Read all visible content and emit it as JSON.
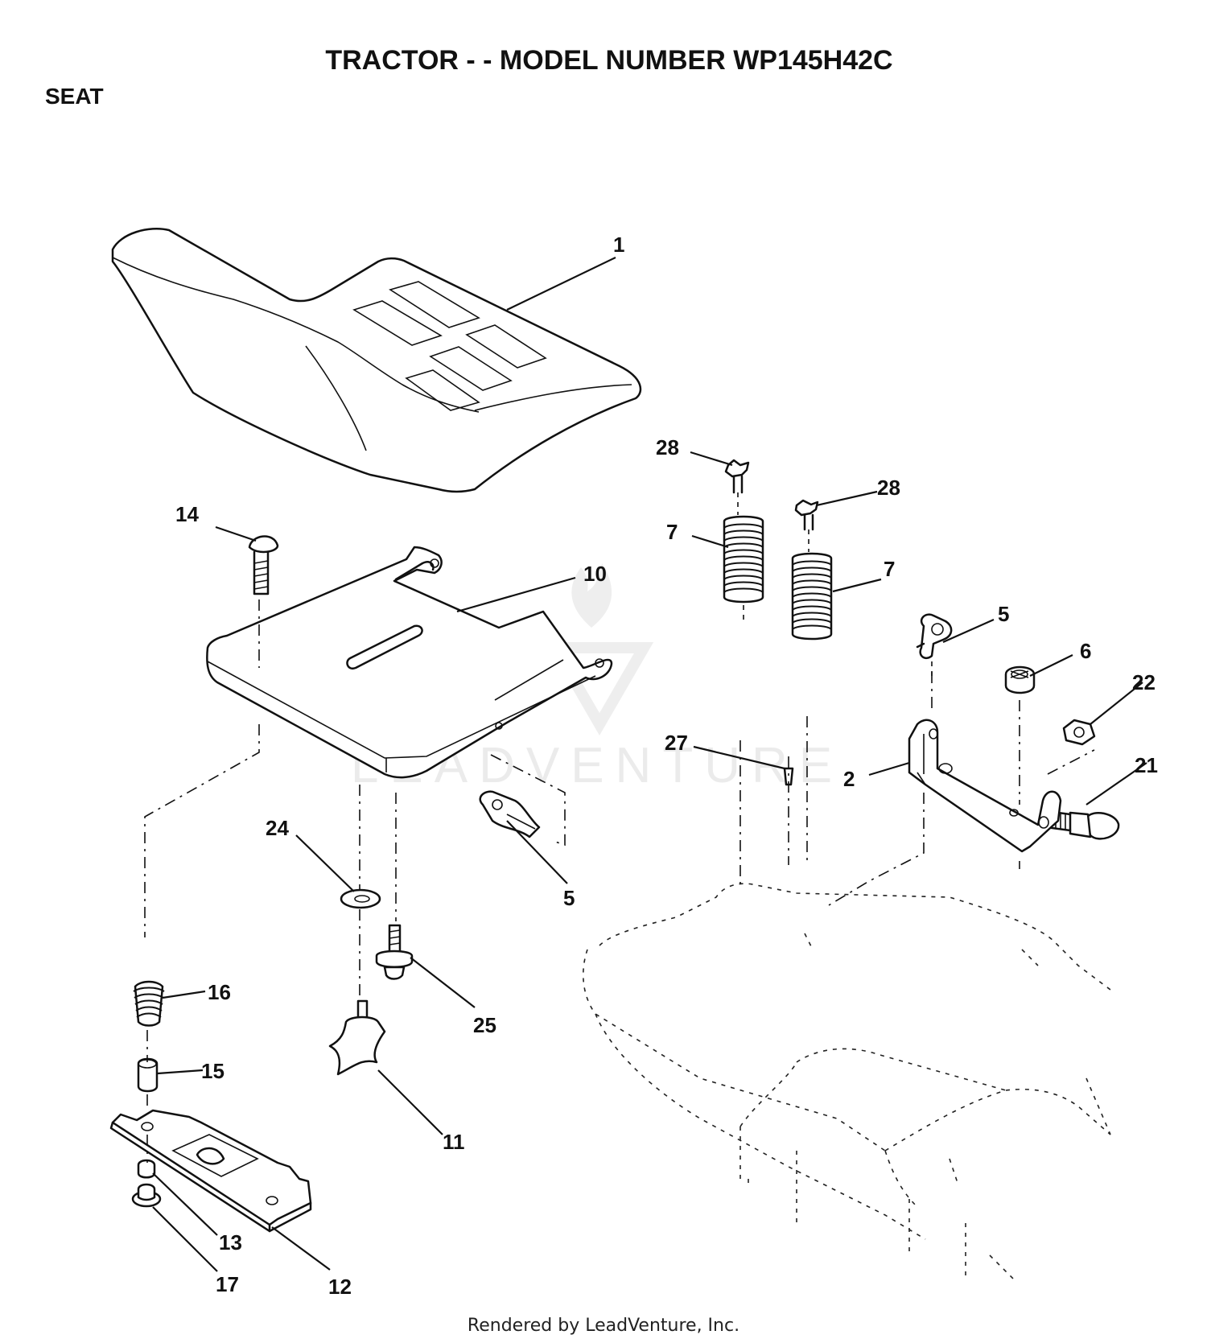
{
  "title": "TRACTOR - - MODEL NUMBER WP145H42C",
  "section": "SEAT",
  "footer": "Rendered by LeadVenture, Inc.",
  "watermark": "LEADVENTURE",
  "callouts": {
    "c1": "1",
    "c2": "2",
    "c5a": "5",
    "c5b": "5",
    "c6": "6",
    "c7a": "7",
    "c7b": "7",
    "c10": "10",
    "c11": "11",
    "c12": "12",
    "c13": "13",
    "c14": "14",
    "c15": "15",
    "c16": "16",
    "c17": "17",
    "c21": "21",
    "c22": "22",
    "c24": "24",
    "c25": "25",
    "c27": "27",
    "c28a": "28",
    "c28b": "28"
  }
}
